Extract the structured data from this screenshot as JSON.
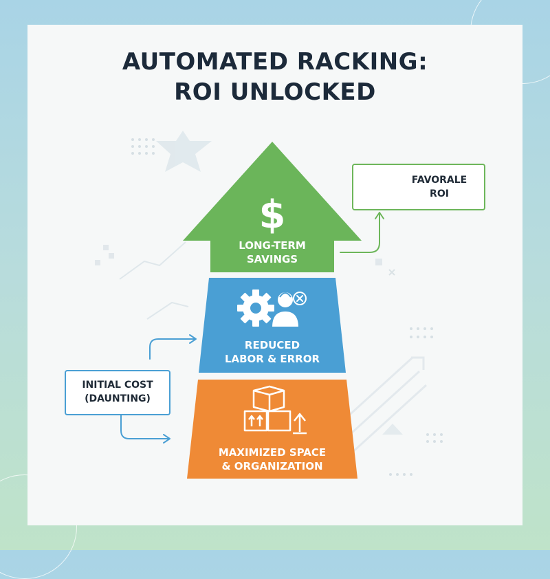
{
  "title": {
    "line1": "AUTOMATED RACKING:",
    "line2": "ROI UNLOCKED"
  },
  "pyramid": {
    "top": {
      "label_line1": "LONG-TERM",
      "label_line2": "SAVINGS",
      "icon": "dollar-sign-icon",
      "icon_text": "$",
      "color": "#6bb55a"
    },
    "middle": {
      "label_line1": "REDUCED",
      "label_line2": "LABOR & ERROR",
      "icon": "gear-worker-icon",
      "color": "#4a9fd4"
    },
    "bottom": {
      "label_line1": "MAXIMIZED SPACE",
      "label_line2": "& ORGANIZATION",
      "icon": "boxes-icon",
      "color": "#ef8a36"
    }
  },
  "callouts": {
    "roi": {
      "line1": "FAVORALE",
      "line2": "ROI",
      "icon": "check-circle-icon",
      "border_color": "#6db65a"
    },
    "cost": {
      "line1": "INITIAL COST",
      "line2": "(DAUNTING)",
      "border_color": "#4a9fd4"
    }
  },
  "colors": {
    "title": "#1c2a3a",
    "background_top": "#a9d4e6",
    "background_bottom": "#bfe3c9"
  }
}
